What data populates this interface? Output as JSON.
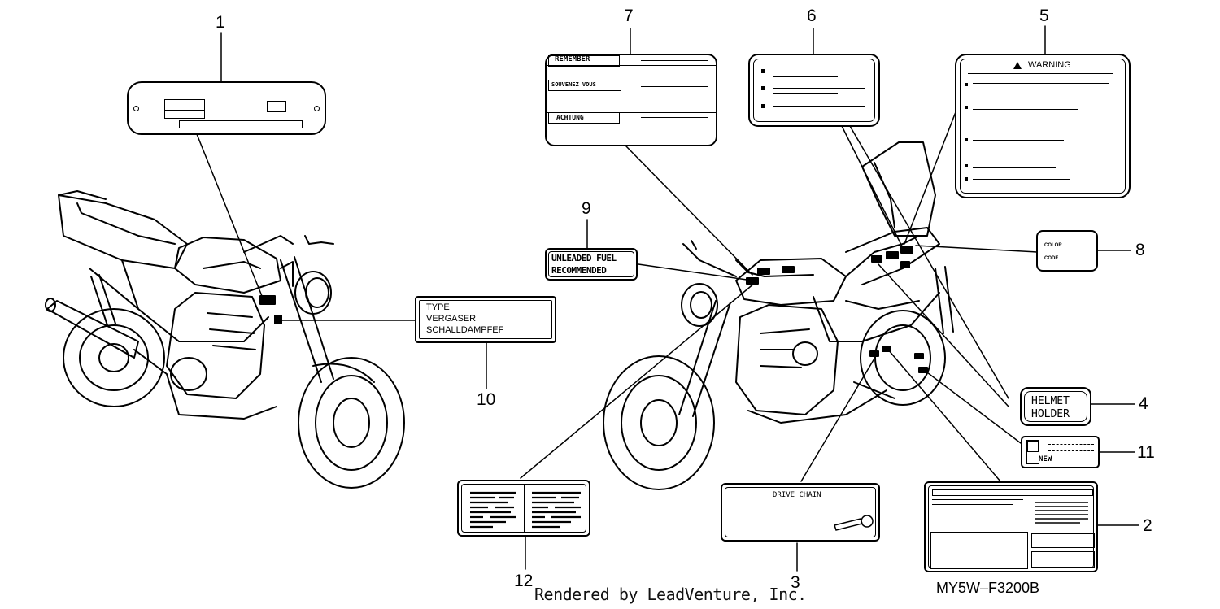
{
  "callouts": {
    "c1": "1",
    "c2": "2",
    "c3": "3",
    "c4": "4",
    "c5": "5",
    "c6": "6",
    "c7": "7",
    "c8": "8",
    "c9": "9",
    "c10": "10",
    "c11": "11",
    "c12": "12"
  },
  "label_7": {
    "line1": "REMEMBER",
    "line2": "SOUVENEZ VOUS",
    "line3": "ACHTUNG"
  },
  "label_5": {
    "title": "WARNING"
  },
  "label_8": {
    "line1": "COLOR",
    "line2": "CODE"
  },
  "label_9": {
    "line1": "UNLEADED FUEL",
    "line2": "RECOMMENDED"
  },
  "label_10": {
    "line1": "TYPE",
    "line2": "VERGASER",
    "line3": "SCHALLDAMPFEF"
  },
  "label_4": {
    "line1": "HELMET",
    "line2": "HOLDER"
  },
  "label_11": {
    "text": "NEW"
  },
  "label_3": {
    "text": "DRIVE CHAIN"
  },
  "footer": {
    "credit": "Rendered by LeadVenture, Inc.",
    "diagram_code": "MY5W–F3200B"
  }
}
